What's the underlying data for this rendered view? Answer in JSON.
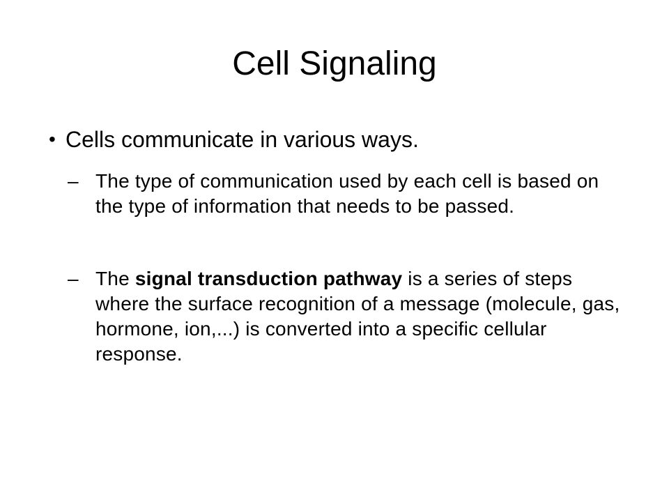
{
  "slide": {
    "title": "Cell Signaling",
    "bullets": [
      {
        "marker": "•",
        "text": "Cells communicate in various ways.",
        "subbullets": [
          {
            "marker": "–",
            "text": "The type of communication used by each cell is based on the type of information that needs to be passed."
          },
          {
            "marker": "–",
            "text_before": "The ",
            "text_bold": "signal transduction pathway",
            "text_after": " is a series of steps where the surface recognition of a message (molecule, gas, hormone, ion,...) is converted into a specific cellular response."
          }
        ]
      }
    ]
  }
}
